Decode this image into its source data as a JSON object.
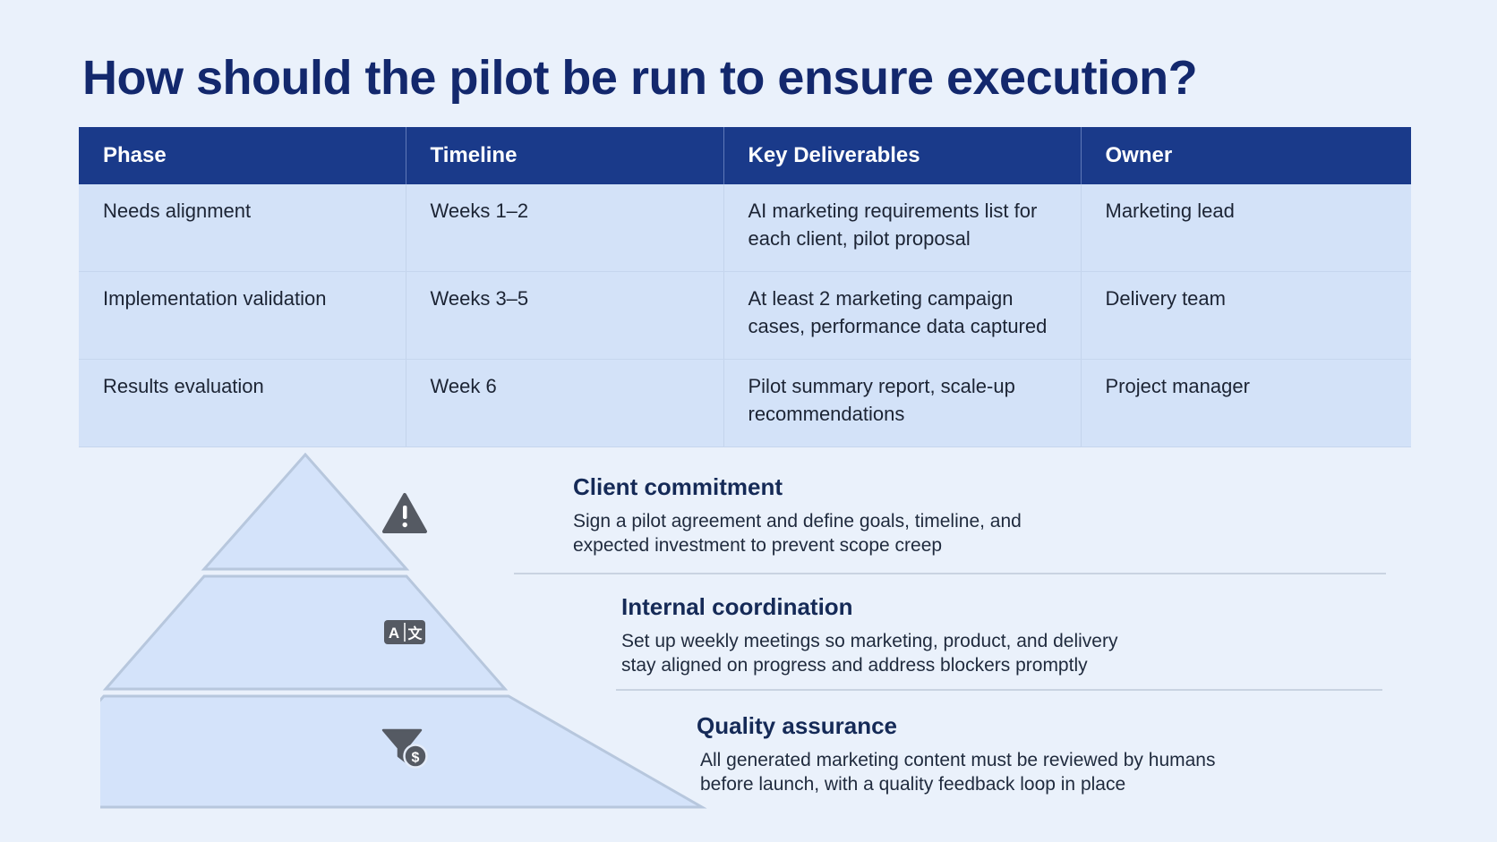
{
  "title": "How should the pilot be run to ensure execution?",
  "table": {
    "headers": [
      "Phase",
      "Timeline",
      "Key Deliverables",
      "Owner"
    ],
    "rows": [
      [
        "Needs alignment",
        "Weeks 1–2",
        "AI marketing requirements list for each client, pilot proposal",
        "Marketing lead"
      ],
      [
        "Implementation validation",
        "Weeks 3–5",
        "At least 2 marketing campaign cases, performance data captured",
        "Delivery team"
      ],
      [
        "Results evaluation",
        "Week 6",
        "Pilot summary report, scale-up recommendations",
        "Project manager"
      ]
    ]
  },
  "pyramid": {
    "tiers": [
      {
        "title": "Client commitment",
        "description": "Sign a pilot agreement and define goals, timeline, and expected investment to prevent scope creep",
        "icon": "warning-icon"
      },
      {
        "title": "Internal coordination",
        "description": "Set up weekly meetings so marketing, product, and delivery stay aligned on progress and address blockers promptly",
        "icon": "translate-icon"
      },
      {
        "title": "Quality assurance",
        "description": "All generated marketing content must be reviewed by humans before launch, with a quality feedback loop in place",
        "icon": "funnel-dollar-icon"
      }
    ],
    "icon_glyphs": {
      "translate_a": "A",
      "translate_b": "文",
      "dollar": "$"
    }
  },
  "colors": {
    "title": "#13286d",
    "header_bg": "#1a3a8a",
    "row_bg": "#d3e2f8",
    "pyramid_fill": "#d4e3fa",
    "icon": "#555a63"
  }
}
